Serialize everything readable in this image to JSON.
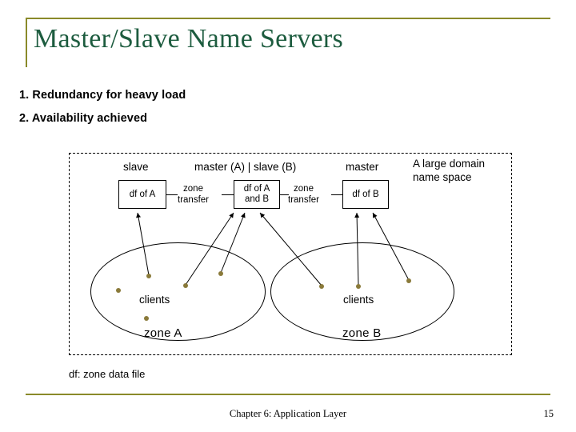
{
  "slide": {
    "title": "Master/Slave Name Servers",
    "bullets": [
      "1. Redundancy for heavy load",
      "2. Availability achieved"
    ],
    "note": "df: zone data file",
    "footer_center": "Chapter 6: Application Layer",
    "footer_page": "15",
    "accent_rule_color": "#8a8a2a",
    "title_color": "#1d5c3f"
  },
  "diagram": {
    "role_labels": {
      "slave": "slave",
      "master_slave": "master (A) | slave (B)",
      "master": "master",
      "name_space_line1": "A large domain",
      "name_space_line2": "name space"
    },
    "servers": [
      {
        "label": "df of A"
      },
      {
        "label1": "df of A",
        "label2": "and B"
      },
      {
        "label": "df of B"
      }
    ],
    "transfers": [
      {
        "line1": "zone",
        "line2": "transfer"
      },
      {
        "line1": "zone",
        "line2": "transfer"
      }
    ],
    "zones": [
      {
        "zone_label": "zone A",
        "clients_label": "clients"
      },
      {
        "zone_label": "zone B",
        "clients_label": "clients"
      }
    ]
  }
}
